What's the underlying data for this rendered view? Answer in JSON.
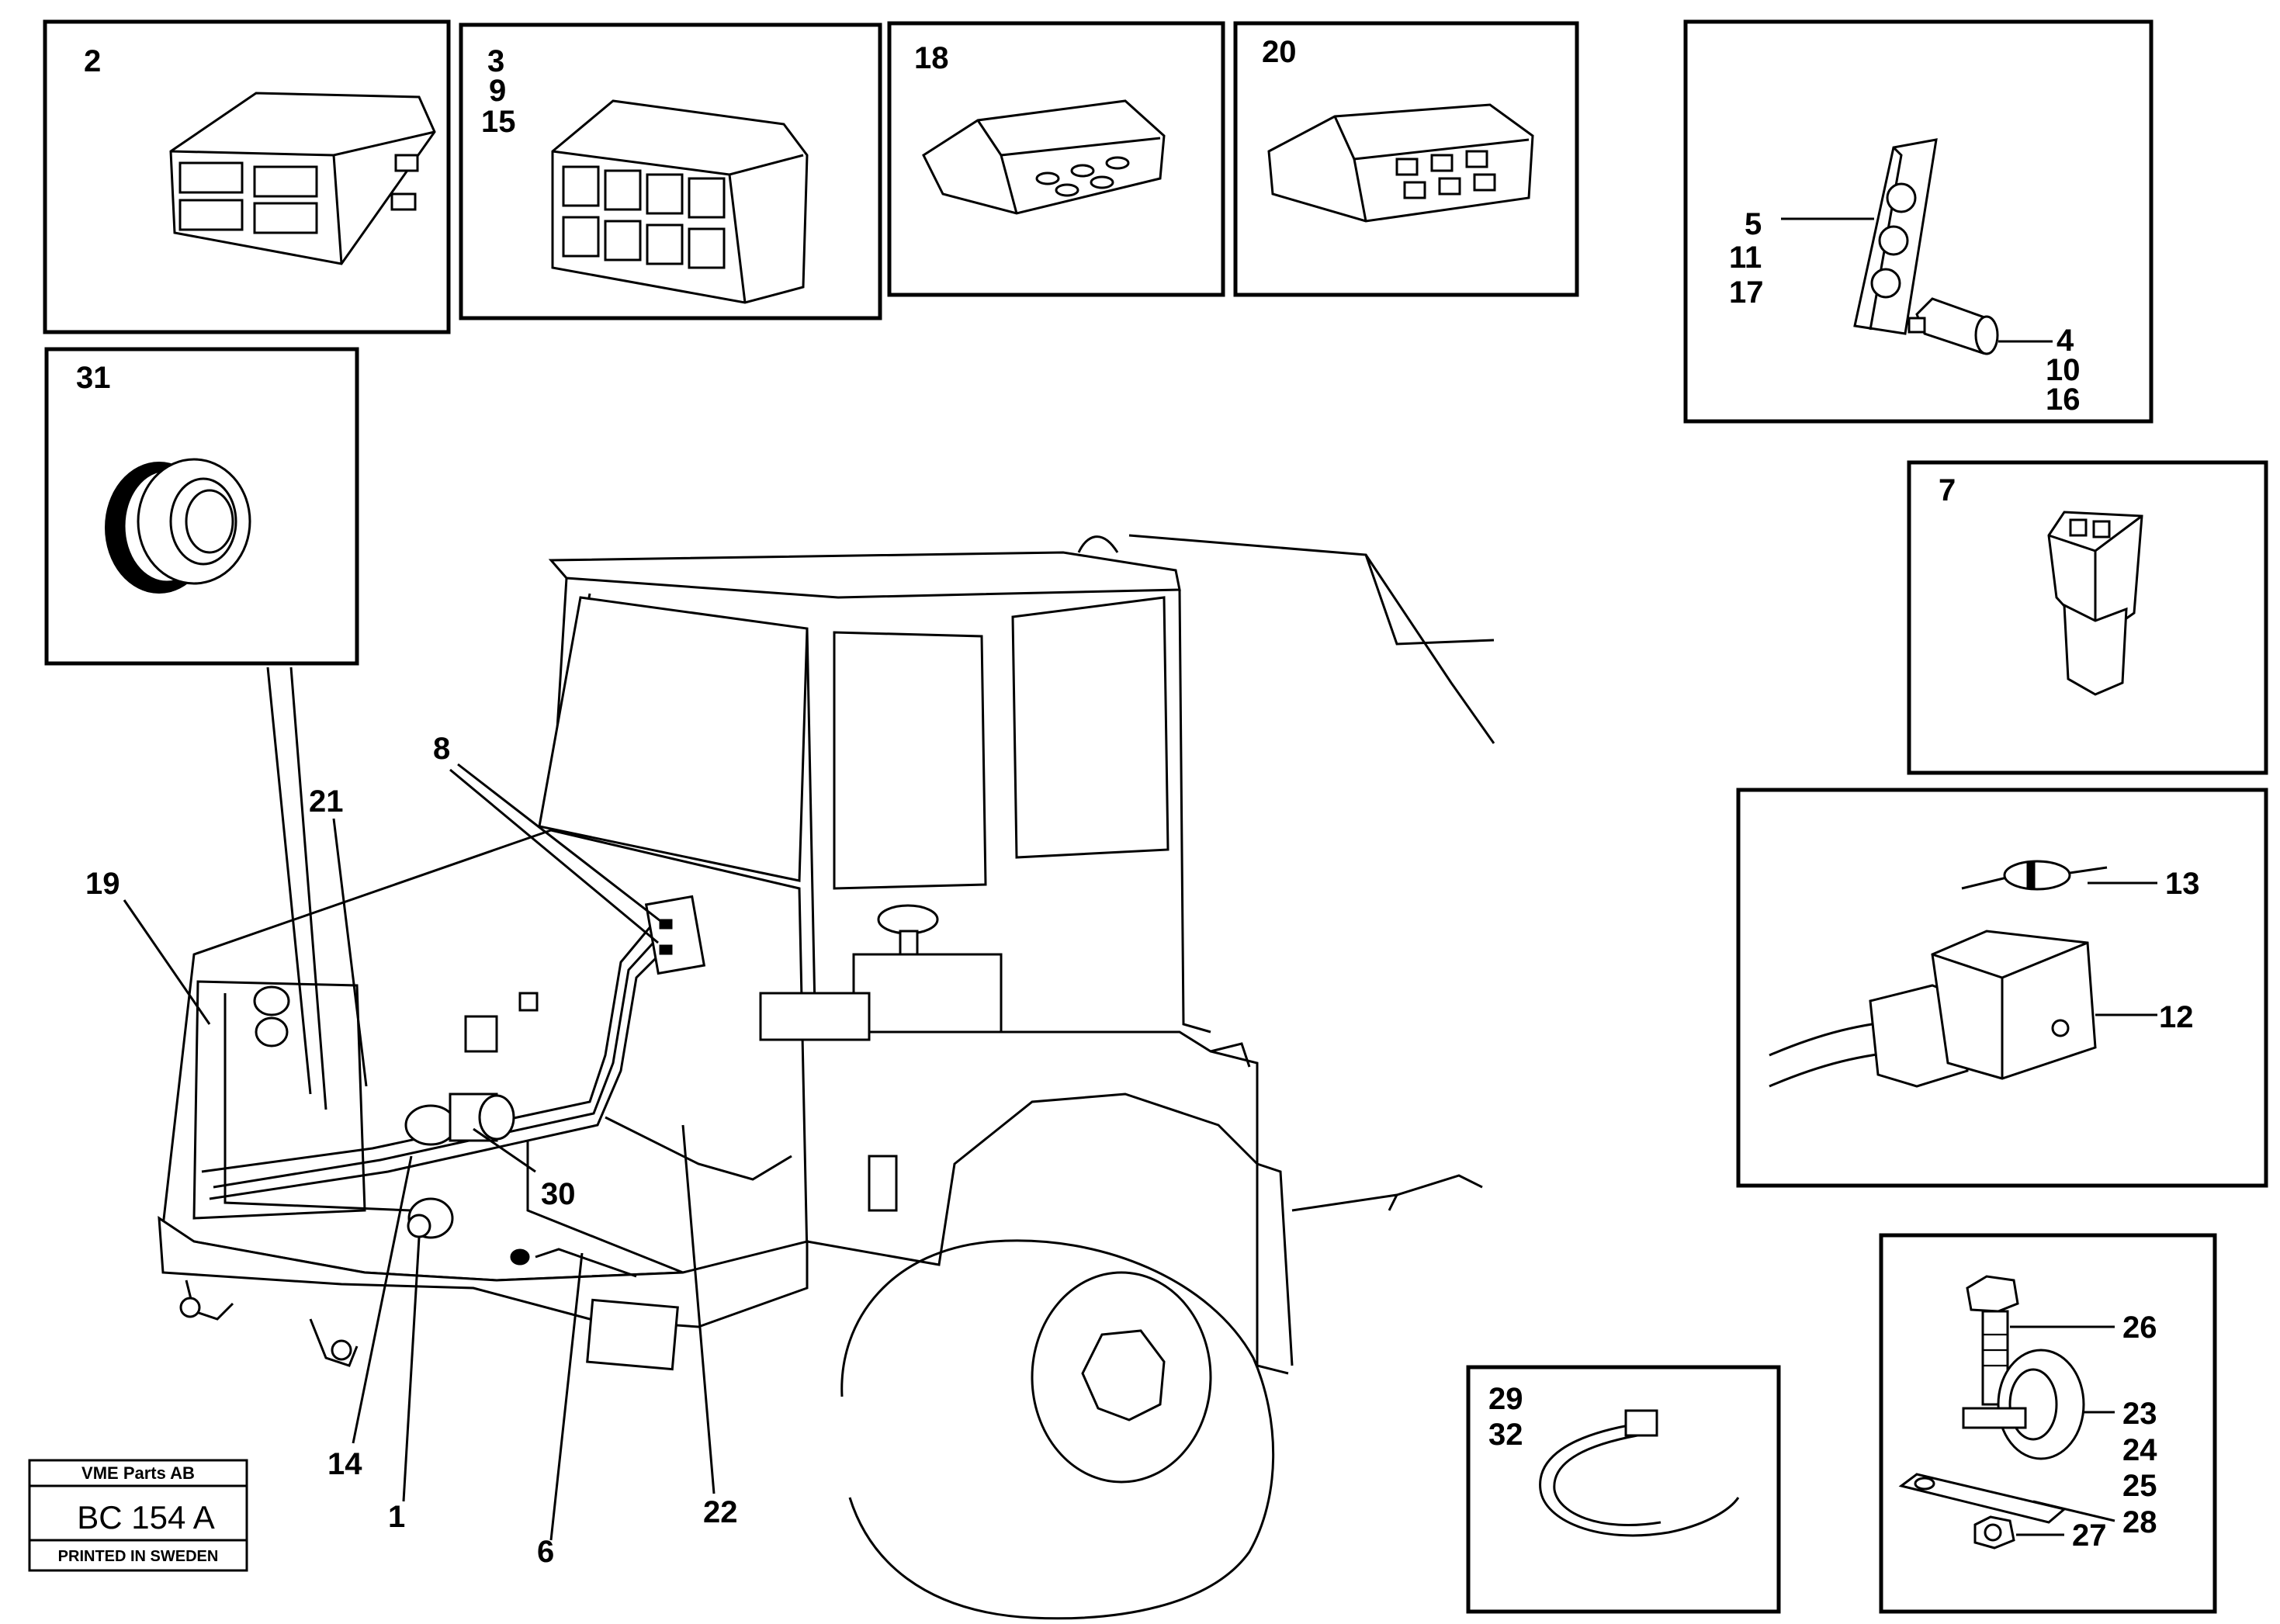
{
  "inset_labels": {
    "i2": [
      "2"
    ],
    "i3": [
      "3",
      "9",
      "15"
    ],
    "i18": [
      "18"
    ],
    "i20": [
      "20"
    ],
    "i31": [
      "31"
    ],
    "i5": [
      "5",
      "11",
      "17"
    ],
    "i4": [
      "4",
      "10",
      "16"
    ],
    "i7": [
      "7"
    ],
    "i13": [
      "13"
    ],
    "i12": [
      "12"
    ],
    "i29": [
      "29",
      "32"
    ],
    "i26": [
      "26"
    ],
    "i23": [
      "23",
      "24",
      "25"
    ],
    "i28": [
      "28"
    ],
    "i27": [
      "27"
    ]
  },
  "callouts": {
    "c8": "8",
    "c21": "21",
    "c19": "19",
    "c30": "30",
    "c14": "14",
    "c1": "1",
    "c6": "6",
    "c22": "22"
  },
  "stamp": {
    "company": "VME Parts AB",
    "code": "BC 154 A",
    "printed": "PRINTED IN SWEDEN"
  }
}
